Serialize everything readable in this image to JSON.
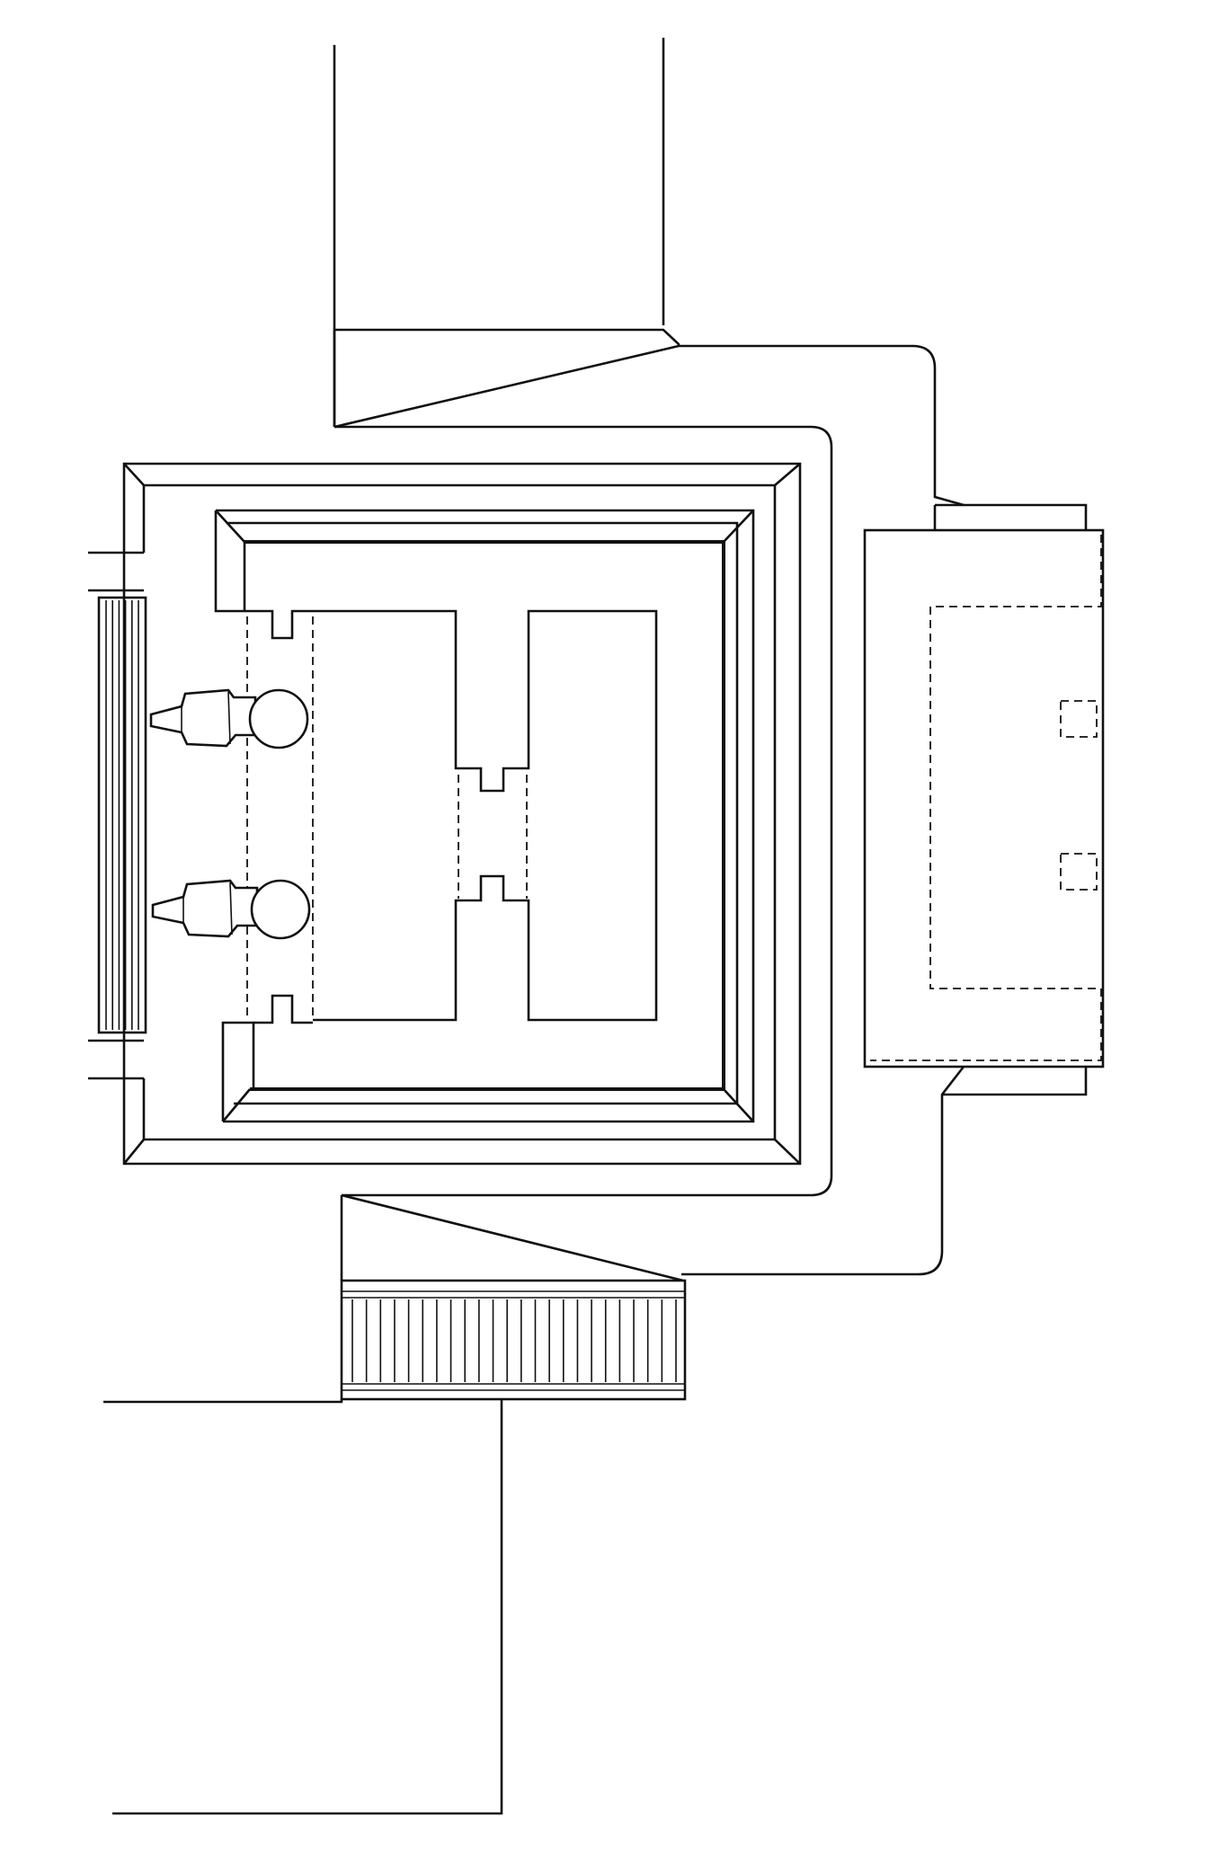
{
  "diagram": {
    "kind": "architectural-floor-plan",
    "style": {
      "ink": "#111111",
      "paper": "#ffffff"
    },
    "features": {
      "statues": 2,
      "side_stair_treads": 6,
      "bottom_stair_treads": 24,
      "dashed_pier_marks": 2
    }
  }
}
